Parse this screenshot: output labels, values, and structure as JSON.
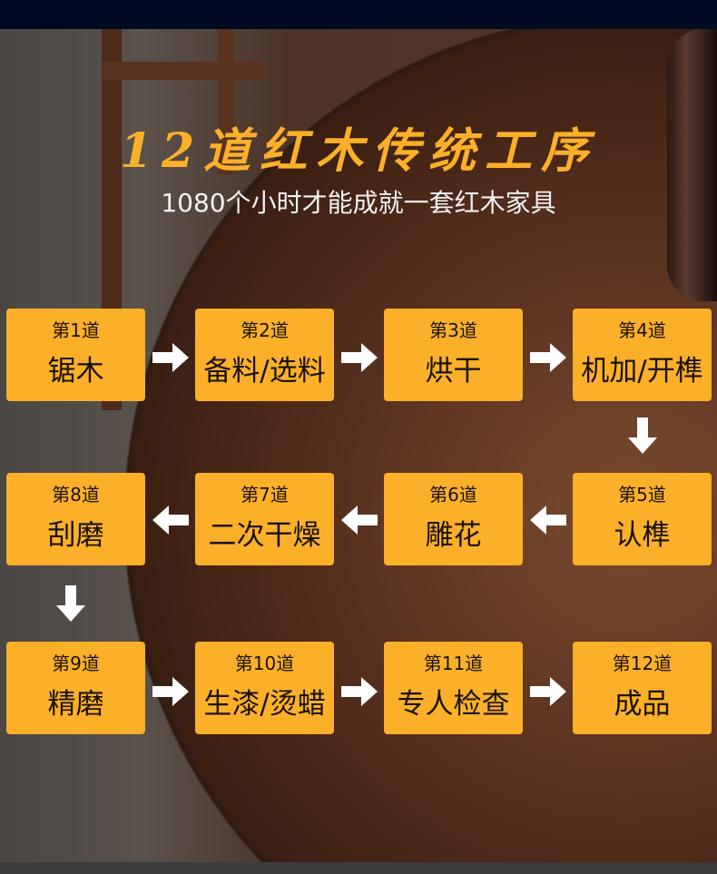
{
  "title": "12道红木传统工序",
  "subtitle": "1080个小时才能成就一套红木家具",
  "steps": [
    {
      "num": "第1道",
      "name": "锯木"
    },
    {
      "num": "第2道",
      "name": "备料/选料"
    },
    {
      "num": "第3道",
      "name": "烘干"
    },
    {
      "num": "第4道",
      "name": "机加/开榫"
    },
    {
      "num": "第5道",
      "name": "认榫"
    },
    {
      "num": "第6道",
      "name": "雕花"
    },
    {
      "num": "第7道",
      "name": "二次干燥"
    },
    {
      "num": "第8道",
      "name": "刮磨"
    },
    {
      "num": "第9道",
      "name": "精磨"
    },
    {
      "num": "第10道",
      "name": "生漆/烫蜡"
    },
    {
      "num": "第11道",
      "name": "专人检查"
    },
    {
      "num": "第12道",
      "name": "成品"
    }
  ],
  "colors": {
    "box": "#fcb02a",
    "arrow": "#ffffff",
    "topbar": "#000a22"
  }
}
